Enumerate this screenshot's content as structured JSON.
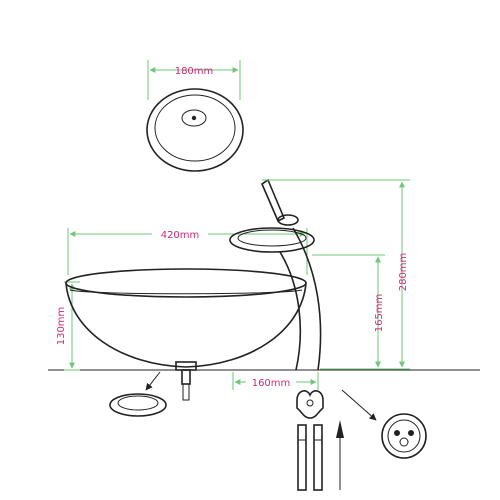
{
  "dimensions": {
    "drain_diameter": "180mm",
    "basin_width": "420mm",
    "basin_height": "130mm",
    "faucet_height": "280mm",
    "faucet_spout_height": "165mm",
    "faucet_offset": "160mm"
  },
  "colors": {
    "dimension_line": "#6ec77a",
    "dimension_text": "#cc2a7a",
    "drawing_line": "#222222"
  }
}
